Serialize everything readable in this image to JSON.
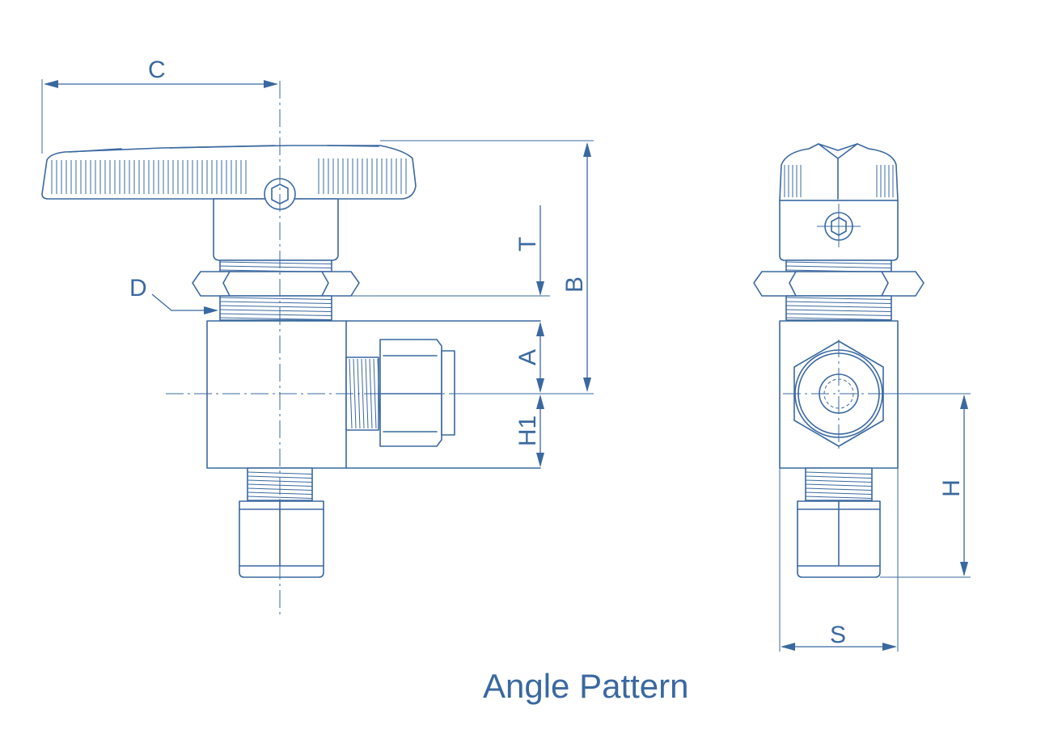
{
  "title": "Angle Pattern",
  "colors": {
    "line": "#3a68a0",
    "background": "#ffffff"
  },
  "dimensions": {
    "c": "C",
    "d": "D",
    "t": "T",
    "b": "B",
    "a": "A",
    "h1": "H1",
    "h": "H",
    "s": "S"
  }
}
